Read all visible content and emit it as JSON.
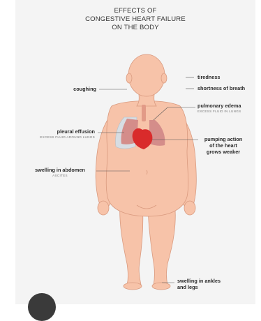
{
  "title": {
    "line1": "EFFECTS OF",
    "line2": "CONGESTIVE HEART FAILURE",
    "line3": "ON THE BODY"
  },
  "labels": {
    "tiredness": "tiredness",
    "shortness": "shortness of breath",
    "coughing": "coughing",
    "pulmonary_main": "pulmonary edema",
    "pulmonary_sub": "EXCESS FLUID IN LUNGS",
    "pleural_main": "pleural effusion",
    "pleural_sub": "EXCESS FLUID AROUND LUNGS",
    "pumping_1": "pumping action",
    "pumping_2": "of the heart",
    "pumping_3": "grows weaker",
    "abdomen_main": "swelling in abdomen",
    "abdomen_sub": "ASCITES",
    "ankles_1": "swelling in ankles",
    "ankles_2": "and legs"
  },
  "colors": {
    "skin": "#f7c3a9",
    "skin_outline": "#d99a7f",
    "lung": "#d48d8a",
    "effusion": "#d7dde3",
    "heart": "#d92b2b",
    "panel": "#f4f4f4",
    "leader_line": "#555555"
  }
}
